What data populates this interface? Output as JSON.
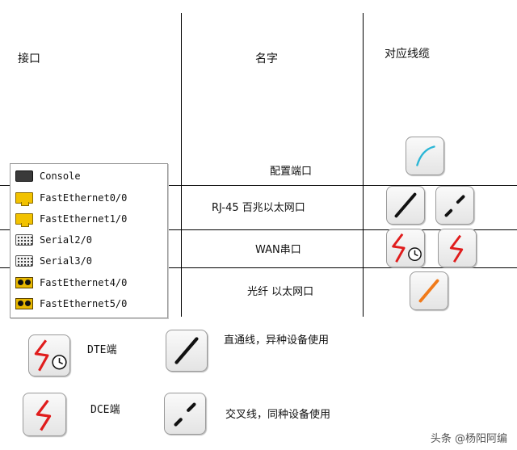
{
  "table": {
    "headers": {
      "interface": "接口",
      "name": "名字",
      "cable": "对应线缆"
    },
    "rows": [
      {
        "name": "配置端口"
      },
      {
        "name": "RJ-45 百兆以太网口"
      },
      {
        "name": "WAN串口"
      },
      {
        "name": "光纤 以太网口"
      }
    ]
  },
  "ports": [
    {
      "label": "Console",
      "icon": "console-port-icon"
    },
    {
      "label": "FastEthernet0/0",
      "icon": "ethernet-port-icon"
    },
    {
      "label": "FastEthernet1/0",
      "icon": "ethernet-port-icon"
    },
    {
      "label": "Serial2/0",
      "icon": "serial-port-icon"
    },
    {
      "label": "Serial3/0",
      "icon": "serial-port-icon"
    },
    {
      "label": "FastEthernet4/0",
      "icon": "fiber-port-icon"
    },
    {
      "label": "FastEthernet5/0",
      "icon": "fiber-port-icon"
    }
  ],
  "legend": {
    "dte": "DTE端",
    "dce": "DCE端",
    "straight": "直通线，异种设备使用",
    "crossover": "交叉线，同种设备使用"
  },
  "colors": {
    "console_cable": "#2bb6d6",
    "serial_cable": "#e01c1c",
    "fiber_cable": "#f07a1a",
    "copper_cable": "#111111"
  },
  "watermark": "头条 @杨阳阿编"
}
